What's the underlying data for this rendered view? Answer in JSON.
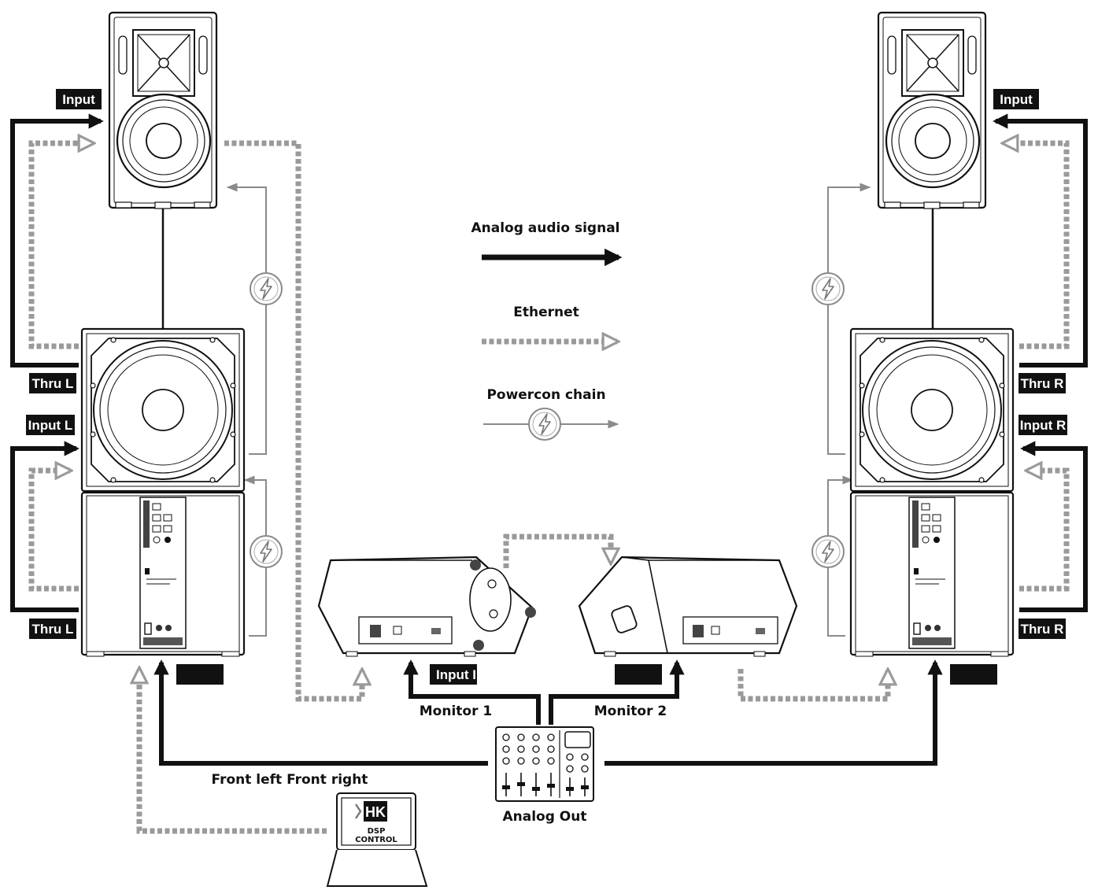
{
  "legend": {
    "analog": "Analog audio signal",
    "ethernet": "Ethernet",
    "powercon": "Powercon chain"
  },
  "labels": {
    "input_top_left": "Input",
    "input_top_right": "Input",
    "thru_l_upper": "Thru L",
    "input_l": "Input L",
    "thru_l_lower": "Thru L",
    "thru_r_upper": "Thru R",
    "input_r": "Input R",
    "thru_r_lower": "Thru R",
    "input_monitor": "Input Ir",
    "monitor_1": "Monitor 1",
    "monitor_2": "Monitor 2",
    "front": "Front left Front right",
    "analog_out": "Analog Out",
    "laptop_line1": "DSP",
    "laptop_line2": "CONTROL"
  },
  "colors": {
    "analog": "#111111",
    "ethernet": "#9a9a9a",
    "powercon": "#8a8a8a",
    "label_bg": "#111111",
    "label_text": "#ffffff"
  },
  "icons": {
    "powercon": "lightning-bolt-icon",
    "laptop_logo": "hk-logo-icon"
  }
}
